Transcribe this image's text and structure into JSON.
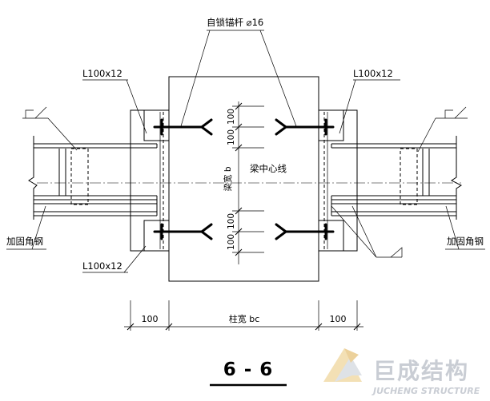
{
  "labels": {
    "anchor_rod": "自锁锚杆 ⌀16",
    "angle_top_left": "L100x12",
    "angle_top_right": "L100x12",
    "angle_bottom_left": "L100x12",
    "reinforce_left": "加固角钢",
    "reinforce_right": "加固角钢",
    "beam_center": "梁中心线",
    "beam_width": "梁宽 b",
    "column_width": "柱宽 bc",
    "spacing": "100",
    "edge_left": "100",
    "edge_right": "100"
  },
  "section_title": "6 - 6",
  "watermark": {
    "brand": "巨成结构",
    "brand_en": "JUCHENG STRUCTURE",
    "color": "#c9cdd4",
    "accent": "#e9c98a"
  }
}
